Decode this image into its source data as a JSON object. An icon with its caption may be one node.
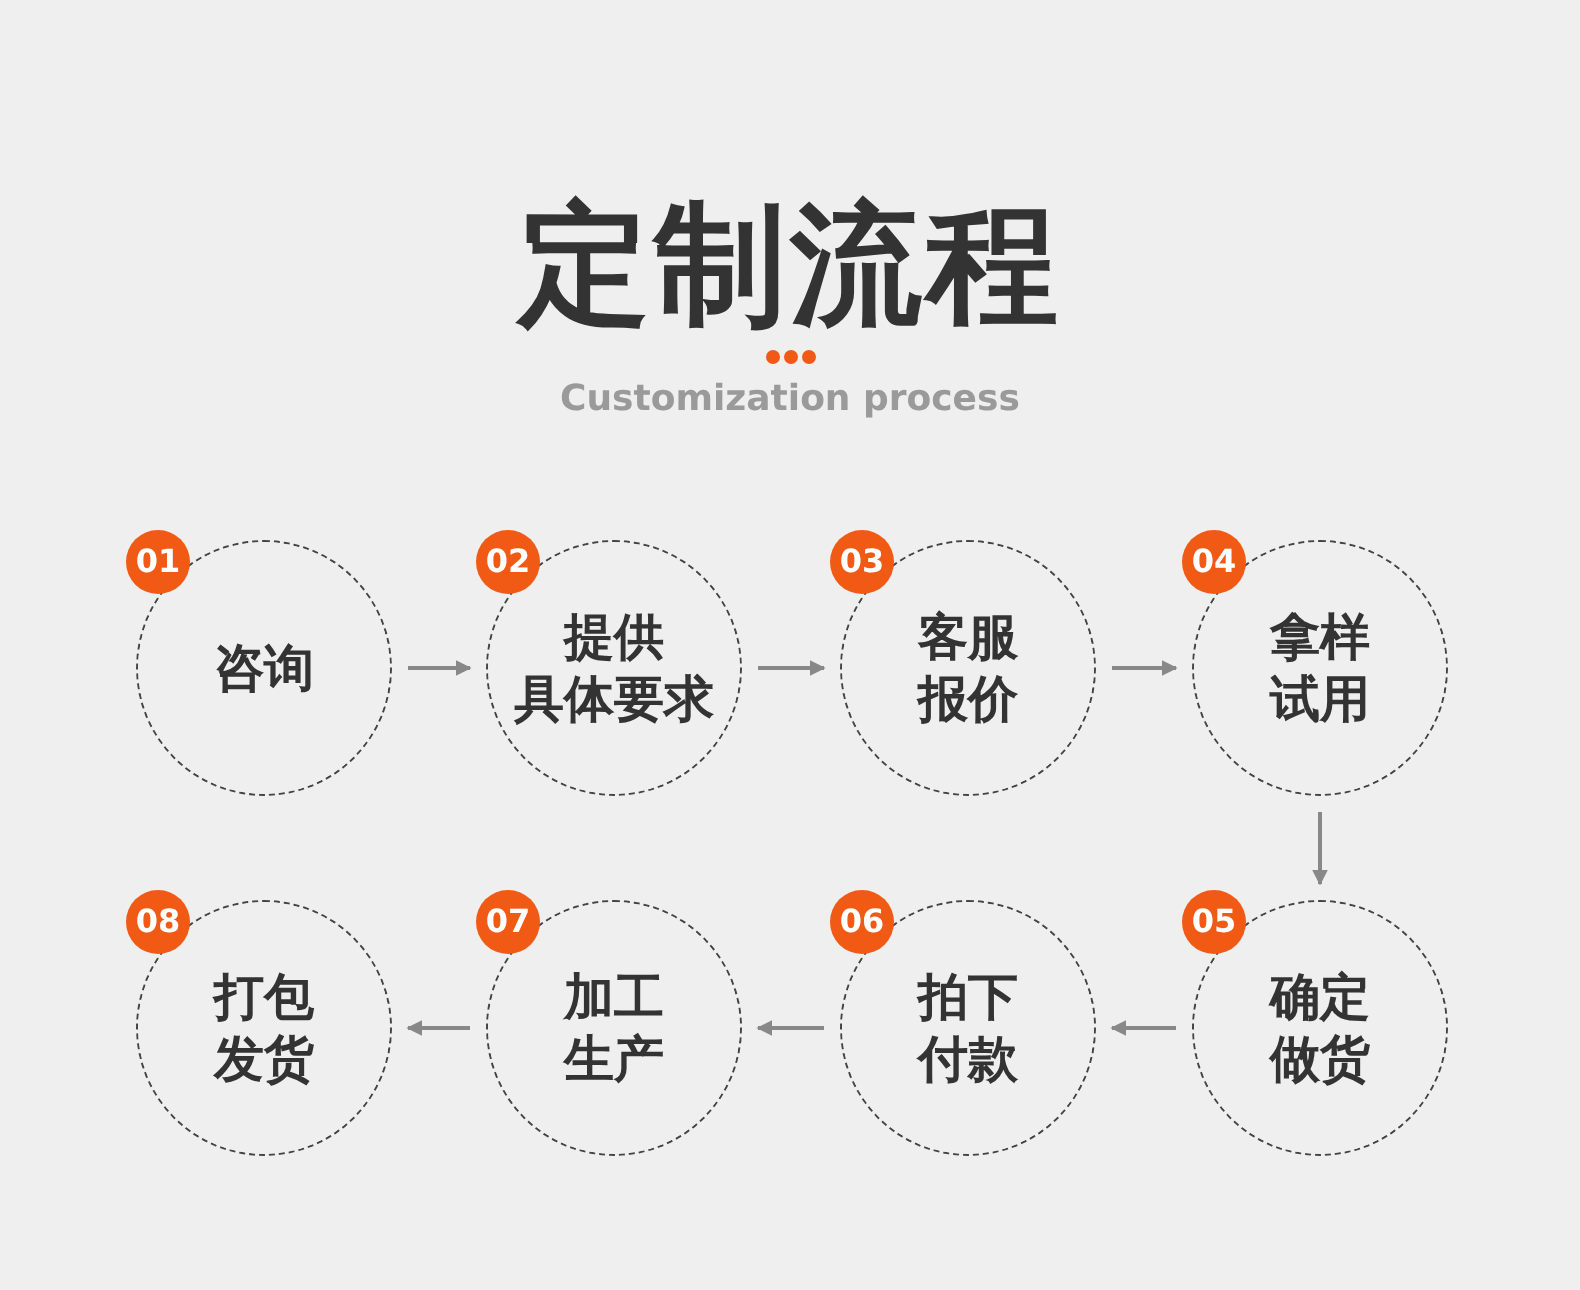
{
  "diagram": {
    "title": "定制流程",
    "nodes": [
      {
        "text": [
          "01",
          "咨询"
        ]
      },
      {
        "text": [
          "02",
          "提供具体要求"
        ]
      },
      {
        "text": [
          "03",
          "客服报价"
        ]
      },
      {
        "text": [
          "04",
          "拿样试用"
        ]
      },
      {
        "text": [
          "05",
          "确定做货"
        ]
      },
      {
        "text": [
          "06",
          "拍下付款"
        ]
      },
      {
        "text": [
          "07",
          "加工生产"
        ]
      },
      {
        "text": [
          "08",
          "打包发货"
        ]
      }
    ],
    "edges": [
      {
        "from": 0,
        "to": 1,
        "arrow": "to"
      },
      {
        "from": 1,
        "to": 2,
        "arrow": "to"
      },
      {
        "from": 2,
        "to": 3,
        "arrow": "to"
      },
      {
        "from": 3,
        "to": 4,
        "arrow": "to"
      },
      {
        "from": 4,
        "to": 5,
        "arrow": "to"
      },
      {
        "from": 5,
        "to": 6,
        "arrow": "to"
      },
      {
        "from": 6,
        "to": 7,
        "arrow": "to"
      }
    ],
    "labels": [
      "Customization process"
    ]
  }
}
